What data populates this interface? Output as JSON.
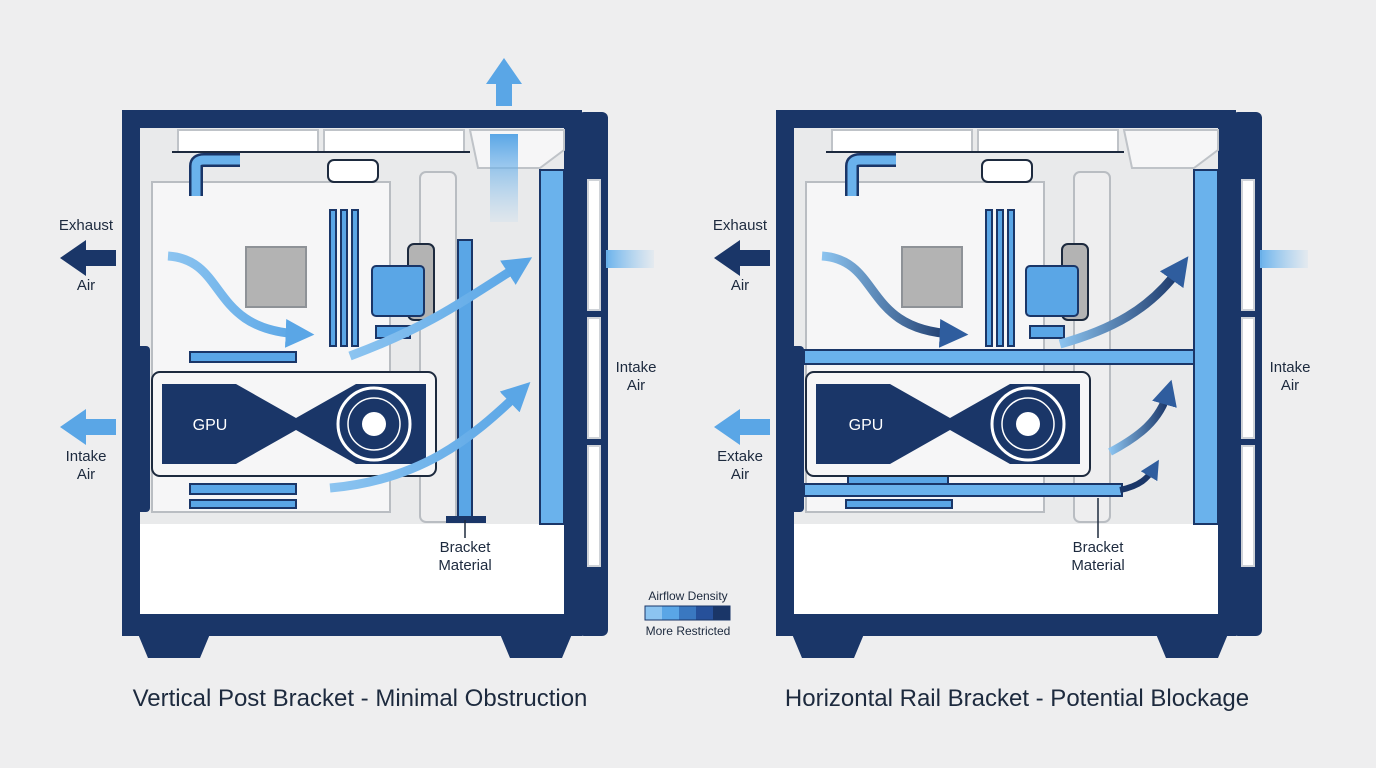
{
  "colors": {
    "navy": "#1a3668",
    "accent_blue": "#5aa6e6",
    "light_blue": "#8cc4f0",
    "panel_bg": "#e9eaeb",
    "case_floor": "#ffffff",
    "text": "#1d2a3e",
    "gray_block": "#b3b3b3"
  },
  "legend": {
    "title": "Airflow Density",
    "caption": "More Restricted",
    "gradient": [
      "#8cc4f0",
      "#5aa6e6",
      "#3a78c0",
      "#26509a",
      "#1a3668"
    ]
  },
  "panels": [
    {
      "caption": "Vertical Post Bracket - Minimal Obstruction",
      "exhaust_label": [
        "Exhaust",
        "Air"
      ],
      "left_bottom_label": [
        "Intake",
        "Air"
      ],
      "intake_label": [
        "Intake",
        "Air"
      ],
      "gpu_label": "GPU",
      "bracket_label": [
        "Bracket",
        "Material"
      ],
      "bracket_type": "vertical-post",
      "top_exhaust": true
    },
    {
      "caption": "Horizontal Rail Bracket - Potential Blockage",
      "exhaust_label": [
        "Exhaust",
        "Air"
      ],
      "left_bottom_label": [
        "Extake",
        "Air"
      ],
      "intake_label": [
        "Intake",
        "Air"
      ],
      "gpu_label": "GPU",
      "bracket_label": [
        "Bracket",
        "Material"
      ],
      "bracket_type": "horizontal-rail",
      "top_exhaust": false
    }
  ]
}
